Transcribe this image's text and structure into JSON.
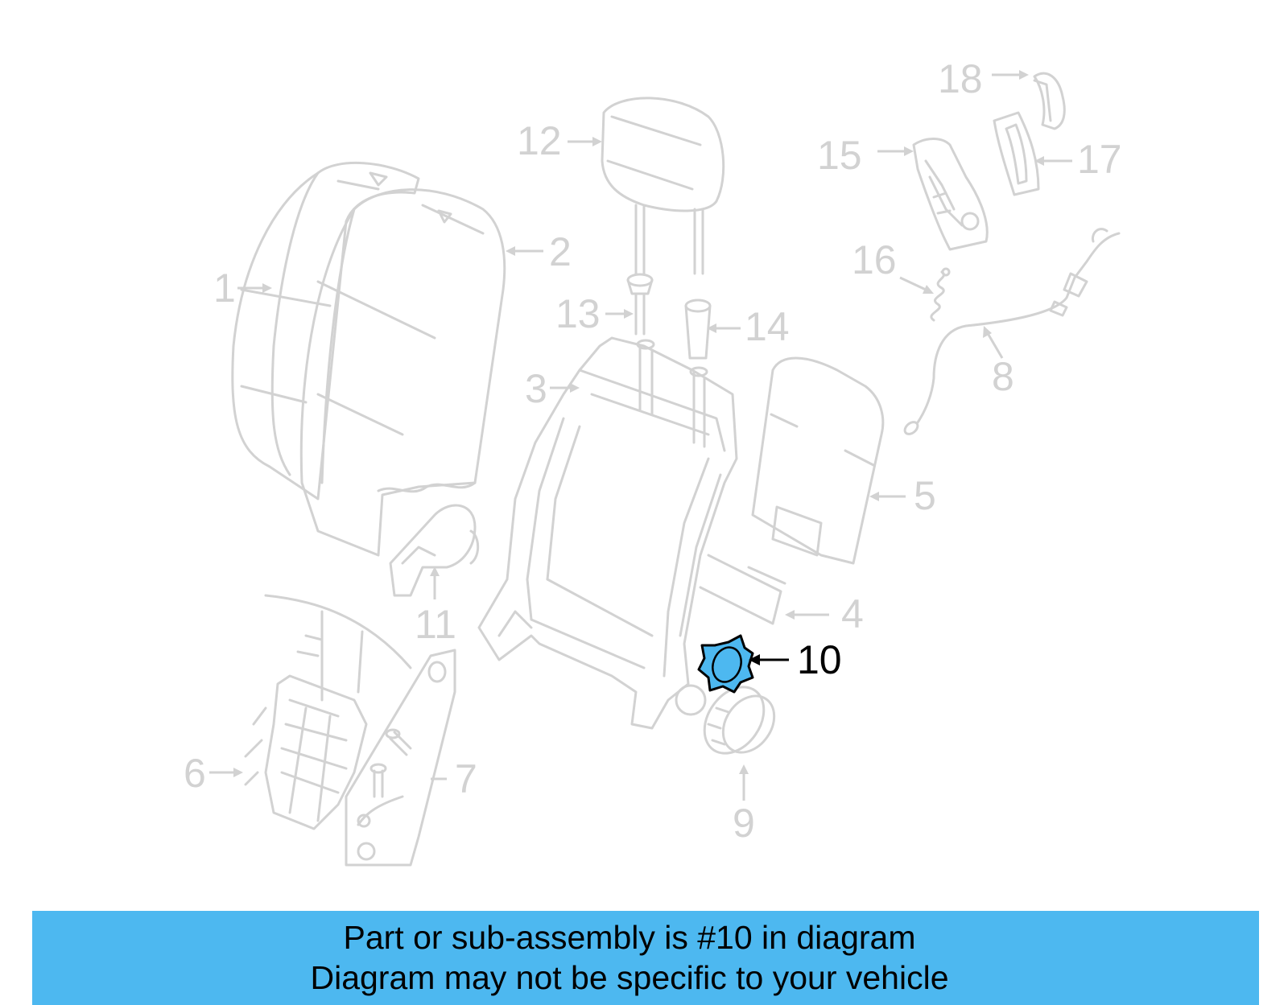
{
  "diagram": {
    "callouts": {
      "c1": "1",
      "c2": "2",
      "c3": "3",
      "c4": "4",
      "c5": "5",
      "c6": "6",
      "c7": "7",
      "c8": "8",
      "c9": "9",
      "c10": "10",
      "c11": "11",
      "c12": "12",
      "c13": "13",
      "c14": "14",
      "c15": "15",
      "c16": "16",
      "c17": "17",
      "c18": "18"
    },
    "highlighted_part": "10",
    "colors": {
      "highlight": "#4db8f0",
      "line_art": "#d2d2d2",
      "active_text": "#000000"
    }
  },
  "banner": {
    "line1": "Part or sub-assembly is #10 in diagram",
    "line2": "Diagram may not be specific to your vehicle"
  }
}
